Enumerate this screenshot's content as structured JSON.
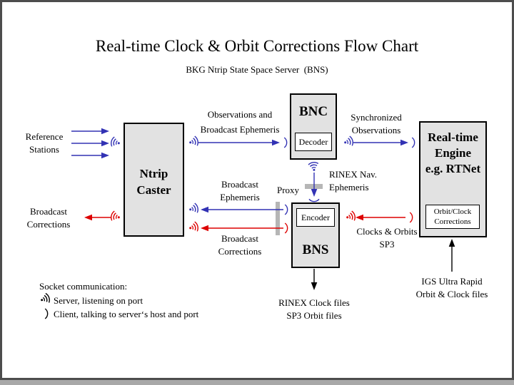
{
  "title": "Real-time Clock & Orbit Corrections Flow Chart",
  "subtitle": "BKG Ntrip State Space Server  (BNS)",
  "colors": {
    "flow_blue": "#3232b4",
    "flow_red": "#dd0000",
    "node_fill": "#e2e2e2",
    "proxy_bar": "#b6b6b6",
    "frame": "#4d4d4d"
  },
  "nodes": {
    "ntrip_caster": {
      "l1": "Ntrip",
      "l2": "Caster"
    },
    "bnc": "BNC",
    "decoder": "Decoder",
    "bns": "BNS",
    "encoder": "Encoder",
    "rt_engine": {
      "l1": "Real-time",
      "l2": "Engine",
      "l3": "e.g. RTNet"
    },
    "orbit_clock": {
      "l1": "Orbit/Clock",
      "l2": "Corrections"
    }
  },
  "labels": {
    "reference_stations": {
      "l1": "Reference",
      "l2": "Stations"
    },
    "broadcast_corrections_left": {
      "l1": "Broadcast",
      "l2": "Corrections"
    },
    "observations": {
      "l1": "Observations and",
      "l2": "Broadcast Ephemeris"
    },
    "synchronized": {
      "l1": "Synchronized",
      "l2": "Observations"
    },
    "rinex_nav": {
      "l1": "RINEX Nav.",
      "l2": "Ephemeris"
    },
    "broadcast_ephemeris": {
      "l1": "Broadcast",
      "l2": "Ephemeris"
    },
    "proxy": "Proxy",
    "broadcast_corrections_mid": {
      "l1": "Broadcast",
      "l2": "Corrections"
    },
    "clocks_orbits": {
      "l1": "Clocks & Orbits",
      "l2": "SP3"
    },
    "rinex_clock_files": {
      "l1": "RINEX Clock files",
      "l2": "SP3 Orbit files"
    },
    "igs": {
      "l1": "IGS Ultra Rapid",
      "l2": "Orbit & Clock files"
    }
  },
  "legend": {
    "title": "Socket communication:",
    "server": "Server, listening on port",
    "client": "Client, talking to server‘s host and port",
    "symbols": {
      "server_icon": "socket-server-waves-icon",
      "client_icon": "socket-client-paren-icon"
    }
  }
}
